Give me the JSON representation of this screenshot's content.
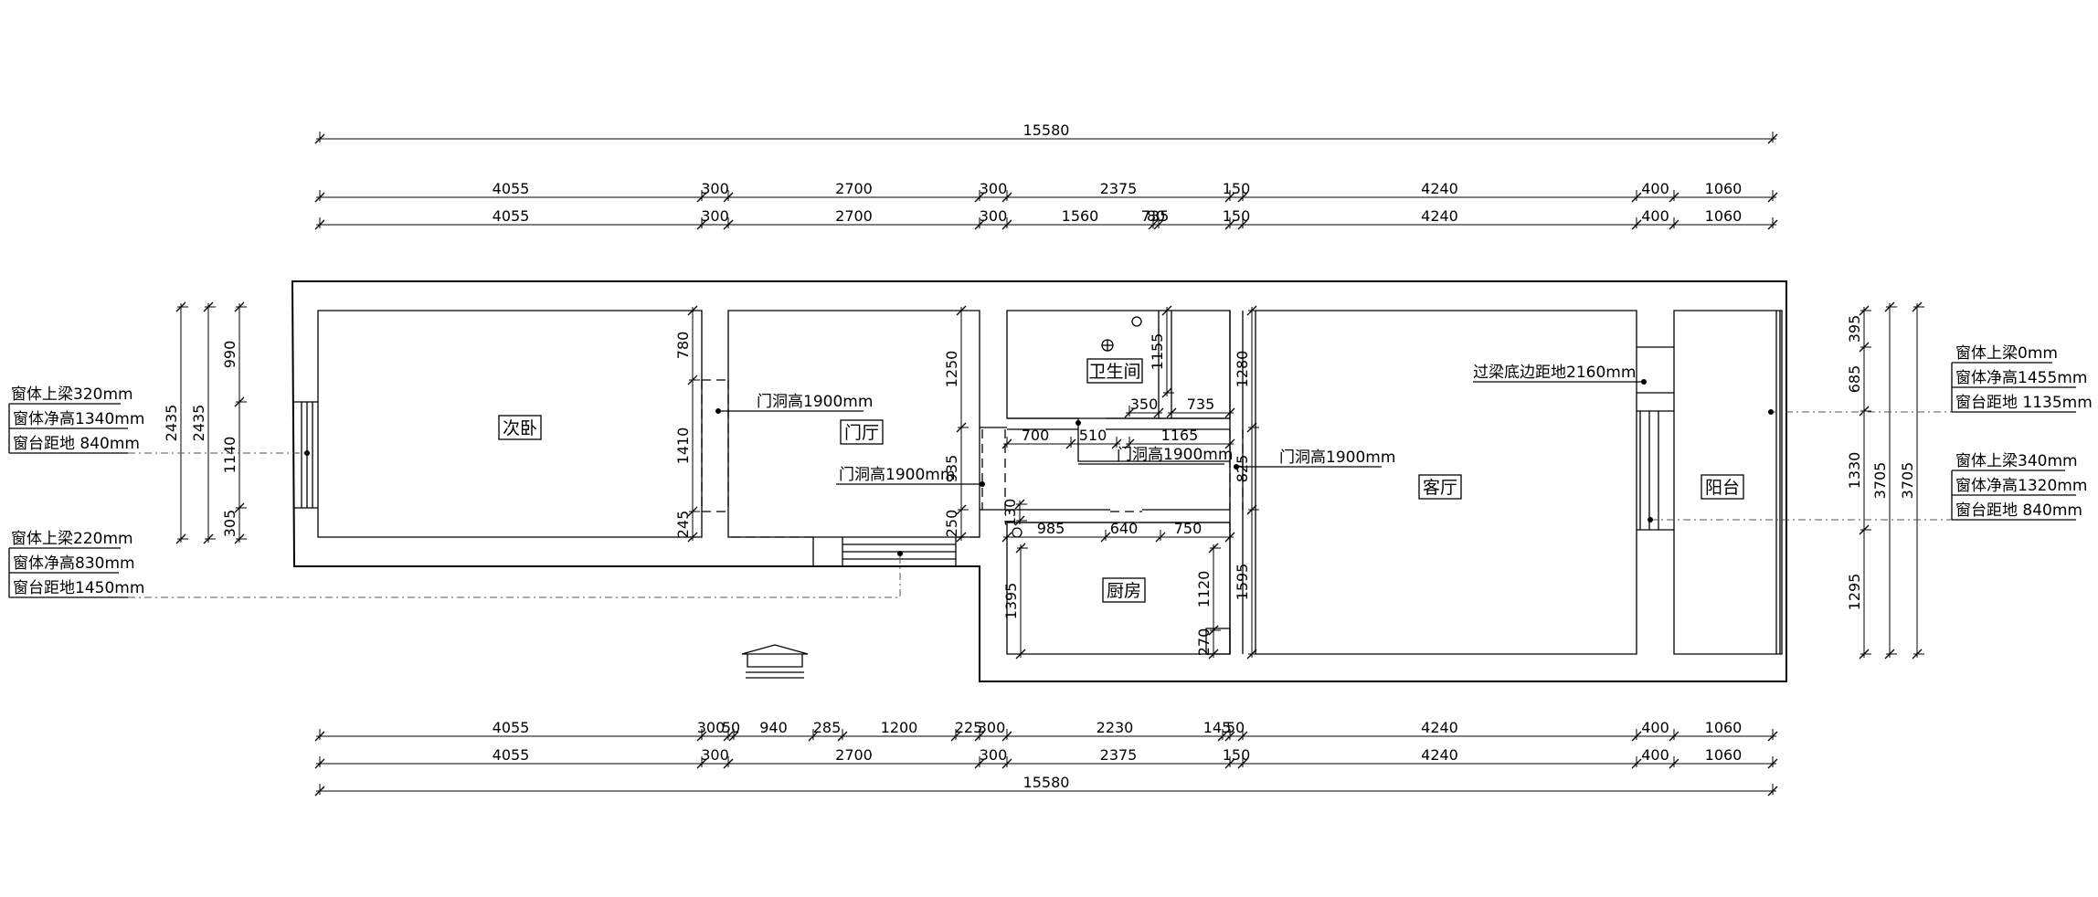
{
  "rooms": {
    "bedroom2": "次卧",
    "foyer": "门厅",
    "bathroom": "卫生间",
    "kitchen": "厨房",
    "living": "客厅",
    "balcony": "阳台"
  },
  "overall": {
    "top_total": "15580",
    "bottom_total": "15580"
  },
  "dims": {
    "top_row1": [
      "4055",
      "300",
      "2700",
      "300",
      "2375",
      "150",
      "4240",
      "400",
      "1060"
    ],
    "top_row2": [
      "4055",
      "300",
      "2700",
      "300",
      "1560",
      "80",
      "735",
      "150",
      "4240",
      "400",
      "1060"
    ],
    "bottom_row1": [
      "4055",
      "300",
      "50",
      "940",
      "285",
      "1200",
      "225",
      "300",
      "2230",
      "145",
      "50",
      "4240",
      "400",
      "1060"
    ],
    "bottom_row2": [
      "4055",
      "300",
      "2700",
      "300",
      "2375",
      "150",
      "4240",
      "400",
      "1060"
    ],
    "left_outer": [
      "2435",
      "2435"
    ],
    "left_inner": [
      "990",
      "1140",
      "305"
    ],
    "right_inner": [
      "395",
      "685",
      "1330",
      "1295"
    ],
    "right_outer": [
      "3705",
      "3705"
    ],
    "interior": {
      "bed_wall": [
        "780",
        "1410",
        "245"
      ],
      "foyer_wall": [
        "1250",
        "935",
        "250"
      ],
      "bath_top": [
        "1155",
        "350",
        "735"
      ],
      "corridor": [
        "700",
        "510",
        "1165"
      ],
      "kitchen_top": [
        "985",
        "640",
        "750"
      ],
      "kitchen_side": [
        "1395",
        "1120",
        "130"
      ],
      "living_left": [
        "1280",
        "825",
        "1595"
      ],
      "small": "270"
    }
  },
  "notes": {
    "win_left_top": [
      "窗体上梁320mm",
      "窗体净高1340mm",
      "窗台距地 840mm"
    ],
    "win_left_bottom": [
      "窗体上梁220mm",
      "窗体净高830mm",
      "窗台距地1450mm"
    ],
    "win_right_top": [
      "窗体上梁0mm",
      "窗体净高1455mm",
      "窗台距地 1135mm"
    ],
    "win_right_bottom": [
      "窗体上梁340mm",
      "窗体净高1320mm",
      "窗台距地 840mm"
    ],
    "door_bed": "门洞高1900mm",
    "door_foyer": "门洞高1900mm",
    "door_corridor": "门洞高1900mm",
    "door_living": "门洞高1900mm",
    "beam": "过梁底边距地2160mm"
  },
  "icons": [
    "entrance-icon",
    "drain-icon",
    "vent-icon"
  ]
}
